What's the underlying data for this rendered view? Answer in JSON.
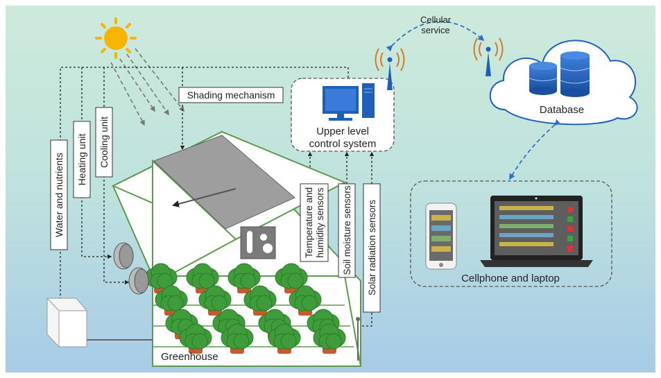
{
  "labels": {
    "cellular_service": [
      "Cellular",
      "service"
    ],
    "database": "Database",
    "upper_control": [
      "Upper level",
      "control system"
    ],
    "shading": "Shading mechanism",
    "water": "Water and nutrients",
    "heating": "Heating unit",
    "cooling": "Cooling unit",
    "temp_humidity": [
      "Temperature and",
      "humidity sensors"
    ],
    "soil_moisture": "Soil moisture sensors",
    "solar_radiation": "Solar radiation sensors",
    "greenhouse": "Greenhouse",
    "devices": "Cellphone and laptop"
  },
  "colors": {
    "bg_top": "#c9e8d2",
    "bg_bottom": "#a9cde6",
    "blue": "#1f5fb8",
    "antenna_wave": "#d07a2a",
    "sun": "#f7b500",
    "plant": "#3c9a3c",
    "pot": "#c85a2a",
    "panel": "#9a9a9a"
  },
  "icons": [
    "sun-icon",
    "antenna-icon",
    "computer-icon",
    "database-icon",
    "cloud-icon",
    "phone-icon",
    "laptop-icon",
    "sensor-box-icon",
    "fan-icon",
    "tank-icon"
  ]
}
